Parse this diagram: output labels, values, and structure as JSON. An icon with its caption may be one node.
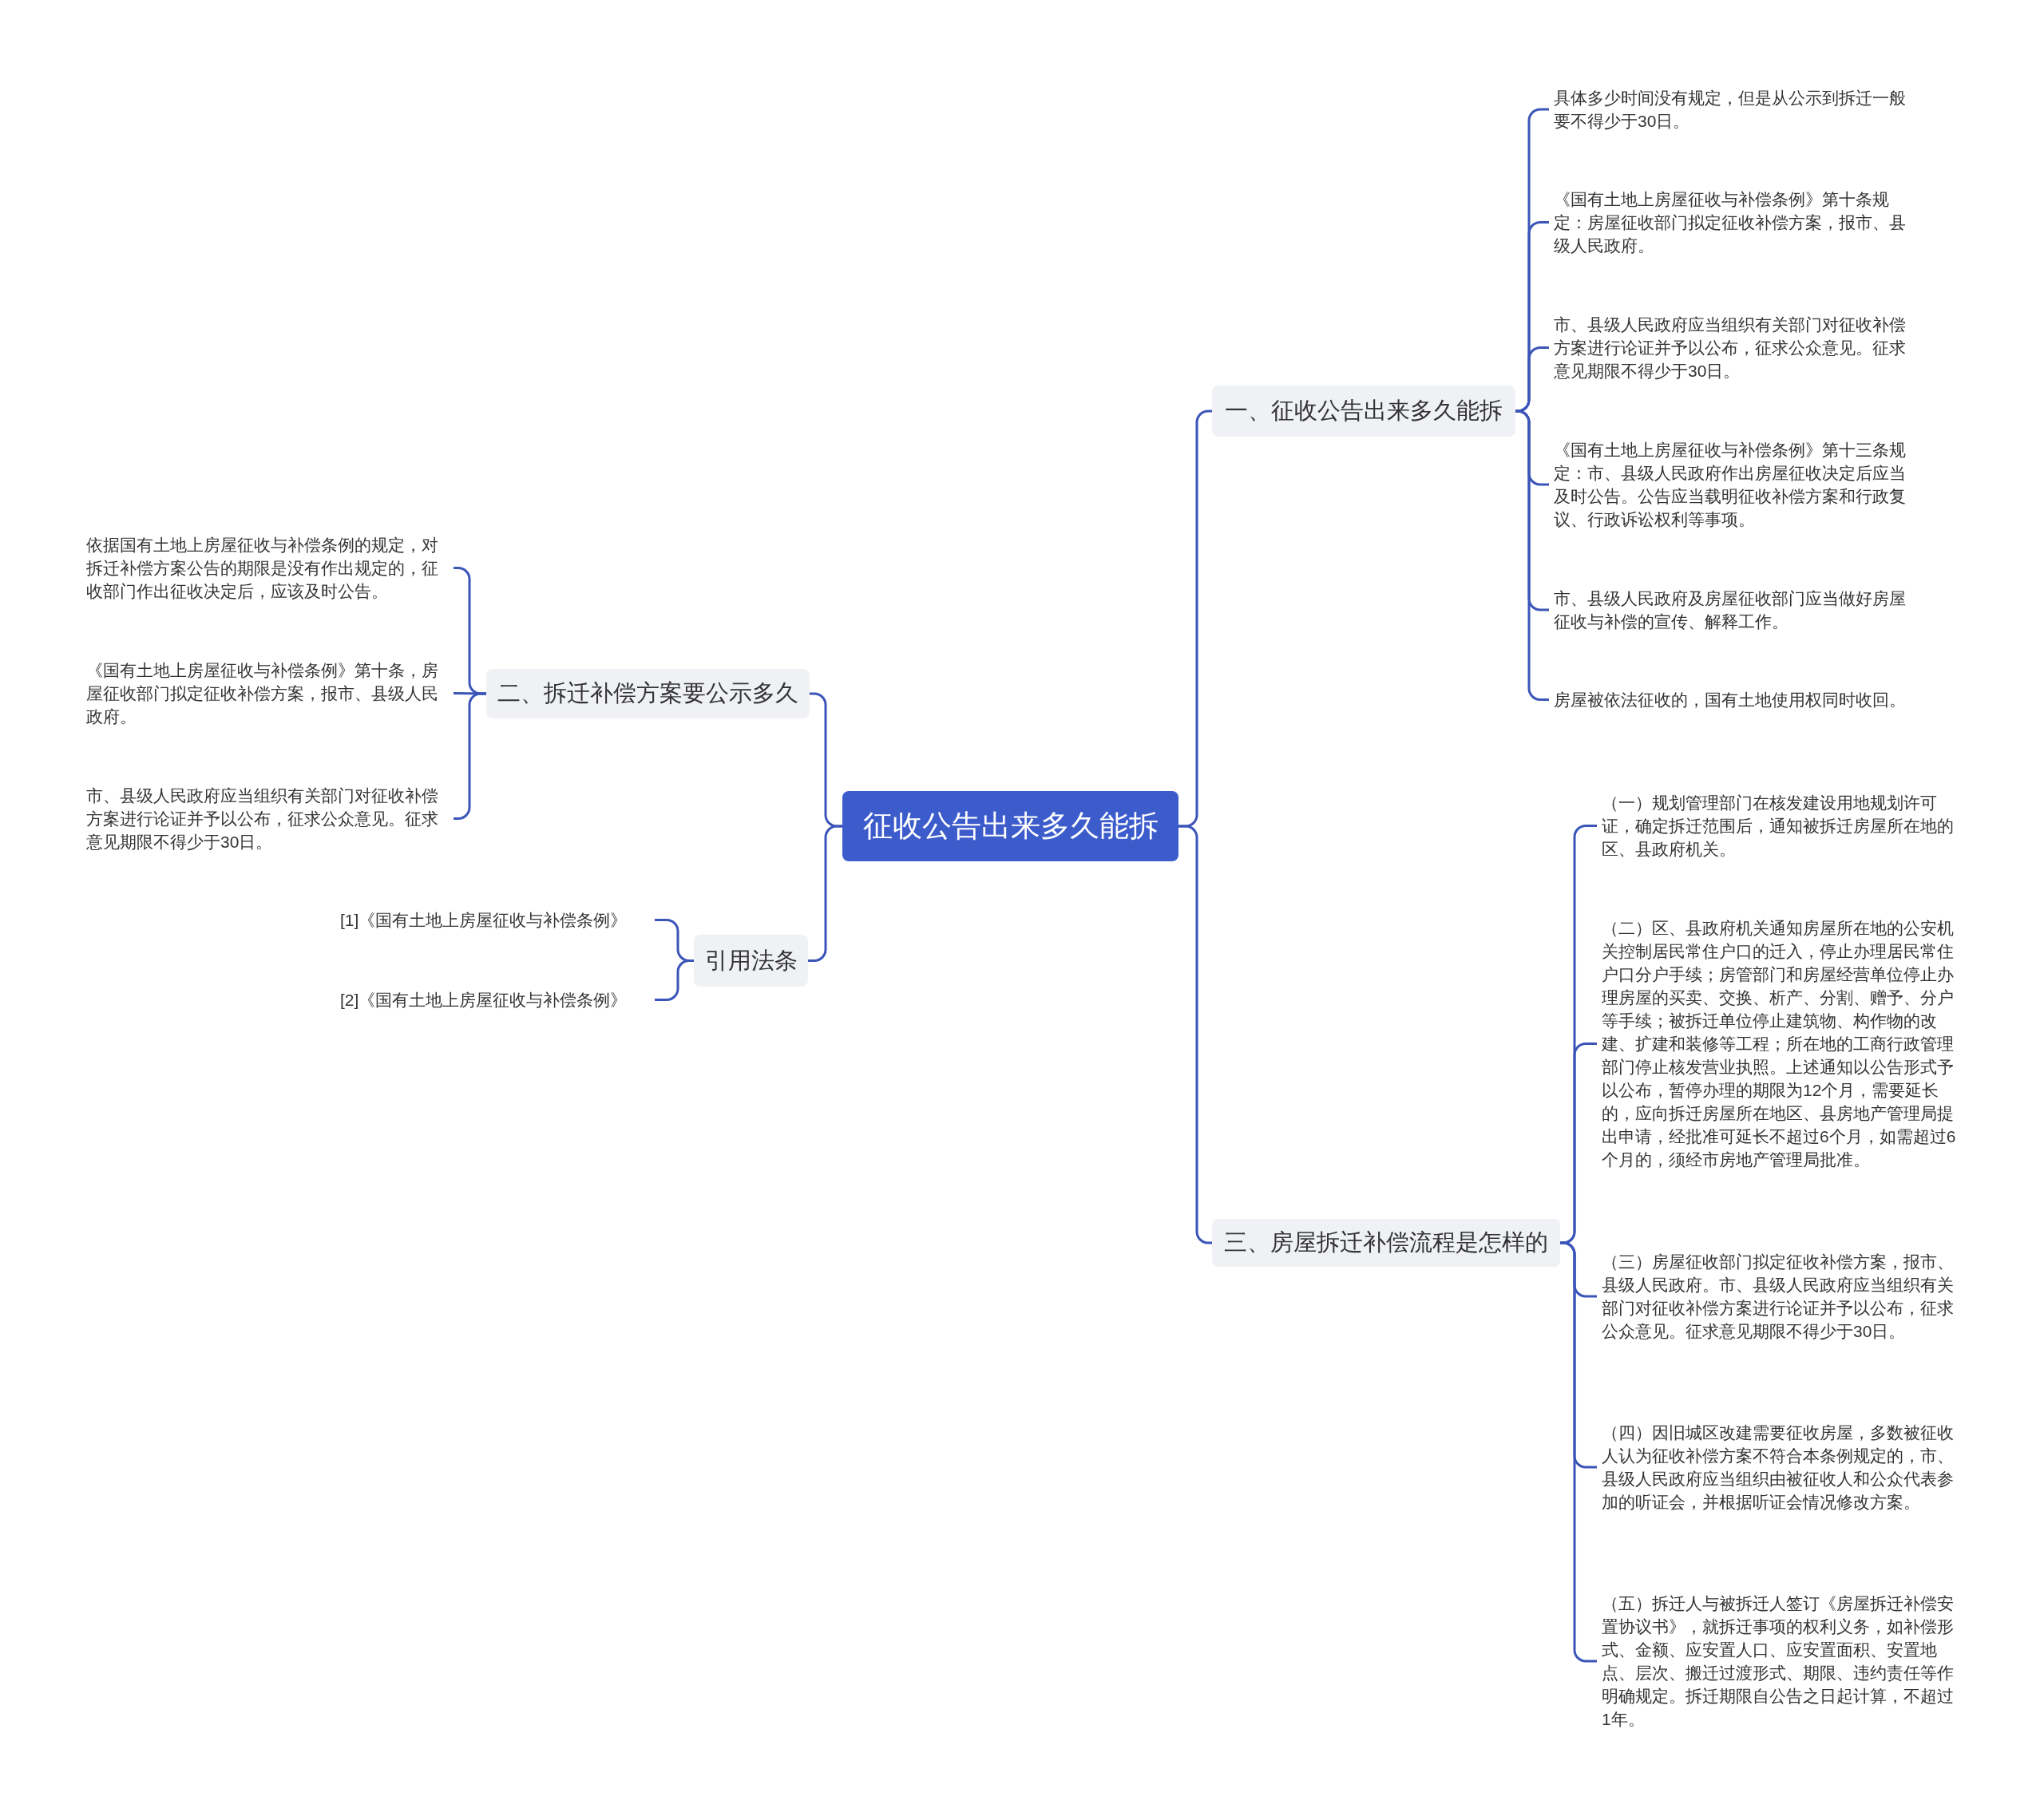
{
  "diagram": {
    "nodes": [
      {
        "text": [
          "征收公告出来多久能拆"
        ]
      },
      {
        "text": [
          "一、征收公告出来多久能拆"
        ]
      },
      {
        "text": [
          "具体多少时间没有规定，但是从公示到拆迁一般要不得少于30日。"
        ]
      },
      {
        "text": [
          "《国有土地上房屋征收与补偿条例》第十条规定：房屋征收部门拟定征收补偿方案，报市、县级人民政府。"
        ]
      },
      {
        "text": [
          "市、县级人民政府应当组织有关部门对征收补偿方案进行论证并予以公布，征求公众意见。征求意见期限不得少于30日。"
        ]
      },
      {
        "text": [
          "《国有土地上房屋征收与补偿条例》第十三条规定：市、县级人民政府作出房屋征收决定后应当及时公告。公告应当载明征收补偿方案和行政复议、行政诉讼权利等事项。"
        ]
      },
      {
        "text": [
          "市、县级人民政府及房屋征收部门应当做好房屋征收与补偿的宣传、解释工作。"
        ]
      },
      {
        "text": [
          "房屋被依法征收的，国有土地使用权同时收回。"
        ]
      },
      {
        "text": [
          "三、房屋拆迁补偿流程是怎样的"
        ]
      },
      {
        "text": [
          "（一）规划管理部门在核发建设用地规划许可证，确定拆迁范围后，通知被拆迁房屋所在地的区、县政府机关。"
        ]
      },
      {
        "text": [
          "（二）区、县政府机关通知房屋所在地的公安机关控制居民常住户口的迁入，停止办理居民常住户口分户手续；房管部门和房屋经营单位停止办理房屋的买卖、交换、析产、分割、赠予、分户等手续；被拆迁单位停止建筑物、构作物的改建、扩建和装修等工程；所在地的工商行政管理部门停止核发营业执照。上述通知以公告形式予以公布，暂停办理的期限为12个月，需要延长的，应向拆迁房屋所在地区、县房地产管理局提出申请，经批准可延长不超过6个月，如需超过6个月的，须经市房地产管理局批准。"
        ]
      },
      {
        "text": [
          "（三）房屋征收部门拟定征收补偿方案，报市、县级人民政府。市、县级人民政府应当组织有关部门对征收补偿方案进行论证并予以公布，征求公众意见。征求意见期限不得少于30日。"
        ]
      },
      {
        "text": [
          "（四）因旧城区改建需要征收房屋，多数被征收人认为征收补偿方案不符合本条例规定的，市、县级人民政府应当组织由被征收人和公众代表参加的听证会，并根据听证会情况修改方案。"
        ]
      },
      {
        "text": [
          "（五）拆迁人与被拆迁人签订《房屋拆迁补偿安置协议书》，就拆迁事项的权利义务，如补偿形式、金额、应安置人口、应安置面积、安置地点、层次、搬迁过渡形式、期限、违约责任等作明确规定。拆迁期限自公告之日起计算，不超过1年。"
        ]
      },
      {
        "text": [
          "二、拆迁补偿方案要公示多久"
        ]
      },
      {
        "text": [
          "依据国有土地上房屋征收与补偿条例的规定，对拆迁补偿方案公告的期限是没有作出规定的，征收部门作出征收决定后，应该及时公告。"
        ]
      },
      {
        "text": [
          "《国有土地上房屋征收与补偿条例》第十条，房屋征收部门拟定征收补偿方案，报市、县级人民政府。"
        ]
      },
      {
        "text": [
          "市、县级人民政府应当组织有关部门对征收补偿方案进行论证并予以公布，征求公众意见。征求意见期限不得少于30日。"
        ]
      },
      {
        "text": [
          "引用法条"
        ]
      },
      {
        "text": [
          "[1]《国有土地上房屋征收与补偿条例》"
        ]
      },
      {
        "text": [
          "[2]《国有土地上房屋征收与补偿条例》"
        ]
      }
    ],
    "edges": [
      {
        "from": 0,
        "to": 1,
        "arrow": "none"
      },
      {
        "from": 1,
        "to": 2,
        "arrow": "none"
      },
      {
        "from": 1,
        "to": 3,
        "arrow": "none"
      },
      {
        "from": 1,
        "to": 4,
        "arrow": "none"
      },
      {
        "from": 1,
        "to": 5,
        "arrow": "none"
      },
      {
        "from": 1,
        "to": 6,
        "arrow": "none"
      },
      {
        "from": 1,
        "to": 7,
        "arrow": "none"
      },
      {
        "from": 0,
        "to": 8,
        "arrow": "none"
      },
      {
        "from": 8,
        "to": 9,
        "arrow": "none"
      },
      {
        "from": 8,
        "to": 10,
        "arrow": "none"
      },
      {
        "from": 8,
        "to": 11,
        "arrow": "none"
      },
      {
        "from": 8,
        "to": 12,
        "arrow": "none"
      },
      {
        "from": 8,
        "to": 13,
        "arrow": "none"
      },
      {
        "from": 0,
        "to": 14,
        "arrow": "none"
      },
      {
        "from": 14,
        "to": 15,
        "arrow": "none"
      },
      {
        "from": 14,
        "to": 16,
        "arrow": "none"
      },
      {
        "from": 14,
        "to": 17,
        "arrow": "none"
      },
      {
        "from": 0,
        "to": 18,
        "arrow": "none"
      },
      {
        "from": 18,
        "to": 19,
        "arrow": "none"
      },
      {
        "from": 18,
        "to": 20,
        "arrow": "none"
      }
    ]
  }
}
